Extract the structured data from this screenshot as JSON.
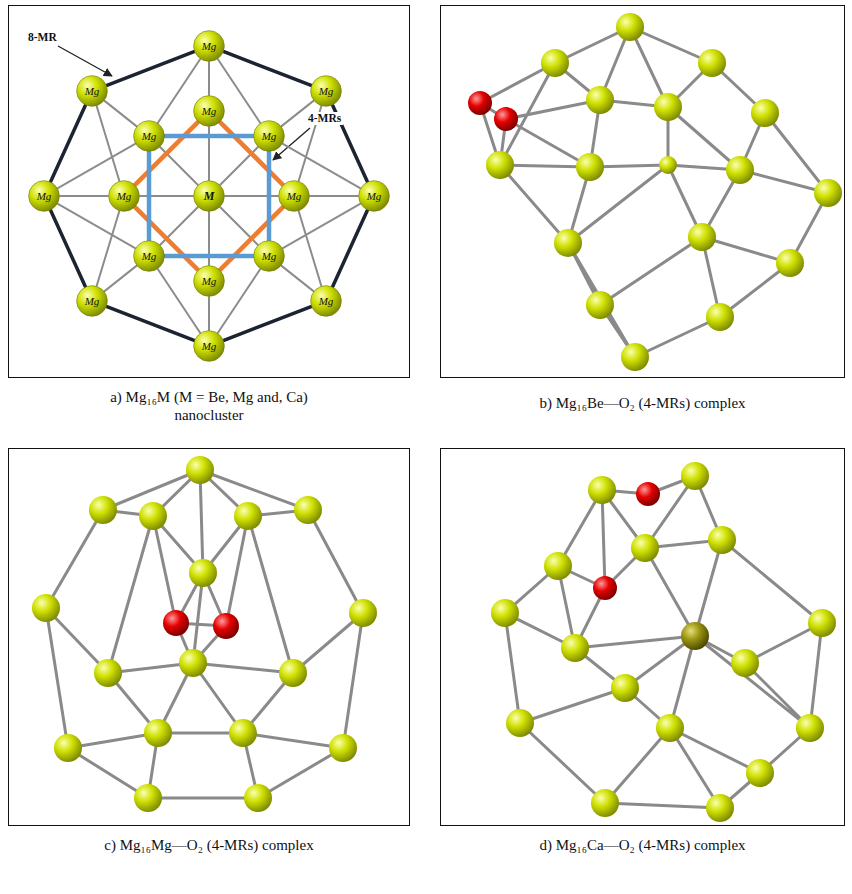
{
  "diagram": {
    "nodes": [
      {
        "text": [
          "a) Mg₁₆M (M = Be, Mg and, Ca) nanocluster"
        ]
      },
      {
        "text": [
          "Mg"
        ],
        "in": 0
      },
      {
        "text": [
          "Mg"
        ],
        "in": 0
      },
      {
        "text": [
          "Mg"
        ],
        "in": 0
      },
      {
        "text": [
          "Mg"
        ],
        "in": 0
      },
      {
        "text": [
          "Mg"
        ],
        "in": 0
      },
      {
        "text": [
          "Mg"
        ],
        "in": 0
      },
      {
        "text": [
          "Mg"
        ],
        "in": 0
      },
      {
        "text": [
          "Mg"
        ],
        "in": 0
      },
      {
        "text": [
          "M"
        ],
        "in": 0
      },
      {
        "text": [
          "Mg"
        ],
        "in": 0
      },
      {
        "text": [
          "Mg"
        ],
        "in": 0
      },
      {
        "text": [
          "Mg"
        ],
        "in": 0
      },
      {
        "text": [
          "Mg"
        ],
        "in": 0
      },
      {
        "text": [
          "Mg"
        ],
        "in": 0
      },
      {
        "text": [
          "Mg"
        ],
        "in": 0
      },
      {
        "text": [
          "Mg"
        ],
        "in": 0
      },
      {
        "text": [
          "Mg"
        ],
        "in": 0
      },
      {
        "text": [
          "b) Mg₁₆Be—O₂ (4-MRs) complex"
        ]
      },
      {
        "text": [
          "c) Mg₁₆Mg—O₂ (4-MRs) complex"
        ]
      },
      {
        "text": [
          "d) Mg₁₆Ca—O₂ (4-MRs) complex"
        ]
      }
    ],
    "edges": [
      {
        "from": 1,
        "to": 3,
        "arrow": "none"
      },
      {
        "from": 3,
        "to": 11,
        "arrow": "none"
      },
      {
        "from": 11,
        "to": 16,
        "arrow": "none"
      },
      {
        "from": 16,
        "to": 17,
        "arrow": "none"
      },
      {
        "from": 17,
        "to": 15,
        "arrow": "none"
      },
      {
        "from": 15,
        "to": 7,
        "arrow": "none"
      },
      {
        "from": 7,
        "to": 2,
        "arrow": "none"
      },
      {
        "from": 2,
        "to": 1,
        "arrow": "none"
      },
      {
        "from": 5,
        "to": 6,
        "arrow": "none"
      },
      {
        "from": 6,
        "to": 13,
        "arrow": "none"
      },
      {
        "from": 13,
        "to": 12,
        "arrow": "none"
      },
      {
        "from": 12,
        "to": 5,
        "arrow": "none"
      },
      {
        "from": 4,
        "to": 10,
        "arrow": "none"
      },
      {
        "from": 10,
        "to": 14,
        "arrow": "none"
      },
      {
        "from": 14,
        "to": 8,
        "arrow": "none"
      },
      {
        "from": 8,
        "to": 4,
        "arrow": "none"
      },
      {
        "from": 9,
        "to": 4,
        "arrow": "none"
      },
      {
        "from": 9,
        "to": 5,
        "arrow": "none"
      },
      {
        "from": 9,
        "to": 6,
        "arrow": "none"
      },
      {
        "from": 9,
        "to": 8,
        "arrow": "none"
      },
      {
        "from": 9,
        "to": 10,
        "arrow": "none"
      },
      {
        "from": 9,
        "to": 12,
        "arrow": "none"
      },
      {
        "from": 9,
        "to": 13,
        "arrow": "none"
      },
      {
        "from": 9,
        "to": 14,
        "arrow": "none"
      },
      {
        "from": 1,
        "to": 4,
        "arrow": "none"
      },
      {
        "from": 1,
        "to": 5,
        "arrow": "none"
      },
      {
        "from": 1,
        "to": 6,
        "arrow": "none"
      },
      {
        "from": 2,
        "to": 5,
        "arrow": "none"
      },
      {
        "from": 2,
        "to": 8,
        "arrow": "none"
      },
      {
        "from": 3,
        "to": 6,
        "arrow": "none"
      },
      {
        "from": 3,
        "to": 10,
        "arrow": "none"
      },
      {
        "from": 7,
        "to": 8,
        "arrow": "none"
      },
      {
        "from": 7,
        "to": 5,
        "arrow": "none"
      },
      {
        "from": 7,
        "to": 12,
        "arrow": "none"
      },
      {
        "from": 11,
        "to": 10,
        "arrow": "none"
      },
      {
        "from": 11,
        "to": 6,
        "arrow": "none"
      },
      {
        "from": 11,
        "to": 13,
        "arrow": "none"
      },
      {
        "from": 15,
        "to": 12,
        "arrow": "none"
      },
      {
        "from": 15,
        "to": 8,
        "arrow": "none"
      },
      {
        "from": 16,
        "to": 13,
        "arrow": "none"
      },
      {
        "from": 16,
        "to": 10,
        "arrow": "none"
      },
      {
        "from": 17,
        "to": 14,
        "arrow": "none"
      },
      {
        "from": 17,
        "to": 12,
        "arrow": "none"
      },
      {
        "from": 17,
        "to": 13,
        "arrow": "none"
      }
    ],
    "labels": [
      "8-MR",
      "4-MRs"
    ]
  }
}
